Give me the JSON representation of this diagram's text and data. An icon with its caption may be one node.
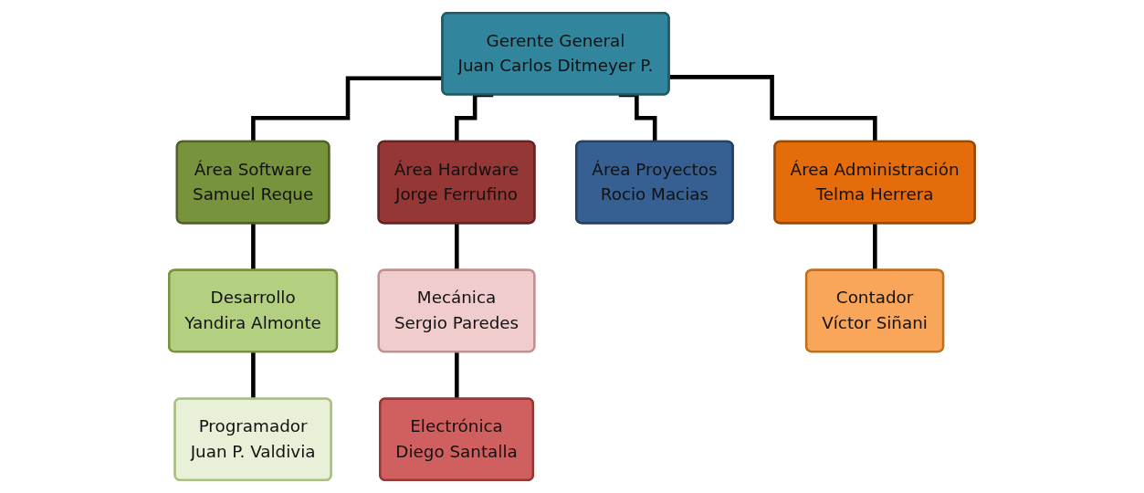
{
  "diagram": {
    "nodes": [
      {
        "text": [
          "Gerente General",
          "Juan Carlos Ditmeyer P."
        ]
      },
      {
        "text": [
          "Área Software",
          "Samuel Reque"
        ]
      },
      {
        "text": [
          "Área Hardware",
          "Jorge Ferrufino"
        ]
      },
      {
        "text": [
          "Área Proyectos",
          "Rocio Macias"
        ]
      },
      {
        "text": [
          "Área Administración",
          "Telma Herrera"
        ]
      },
      {
        "text": [
          "Desarrollo",
          "Yandira Almonte"
        ]
      },
      {
        "text": [
          "Mecánica",
          "Sergio Paredes"
        ]
      },
      {
        "text": [
          "Contador",
          "Víctor Siñani"
        ]
      },
      {
        "text": [
          "Programador",
          "Juan P. Valdivia"
        ]
      },
      {
        "text": [
          "Electrónica",
          "Diego Santalla"
        ]
      }
    ],
    "edges": [
      {
        "from": 0,
        "to": 1,
        "arrow": "none"
      },
      {
        "from": 0,
        "to": 2,
        "arrow": "none"
      },
      {
        "from": 0,
        "to": 3,
        "arrow": "none"
      },
      {
        "from": 0,
        "to": 4,
        "arrow": "none"
      },
      {
        "from": 1,
        "to": 5,
        "arrow": "none"
      },
      {
        "from": 5,
        "to": 8,
        "arrow": "none"
      },
      {
        "from": 2,
        "to": 6,
        "arrow": "none"
      },
      {
        "from": 6,
        "to": 9,
        "arrow": "none"
      },
      {
        "from": 4,
        "to": 7,
        "arrow": "none"
      }
    ]
  }
}
